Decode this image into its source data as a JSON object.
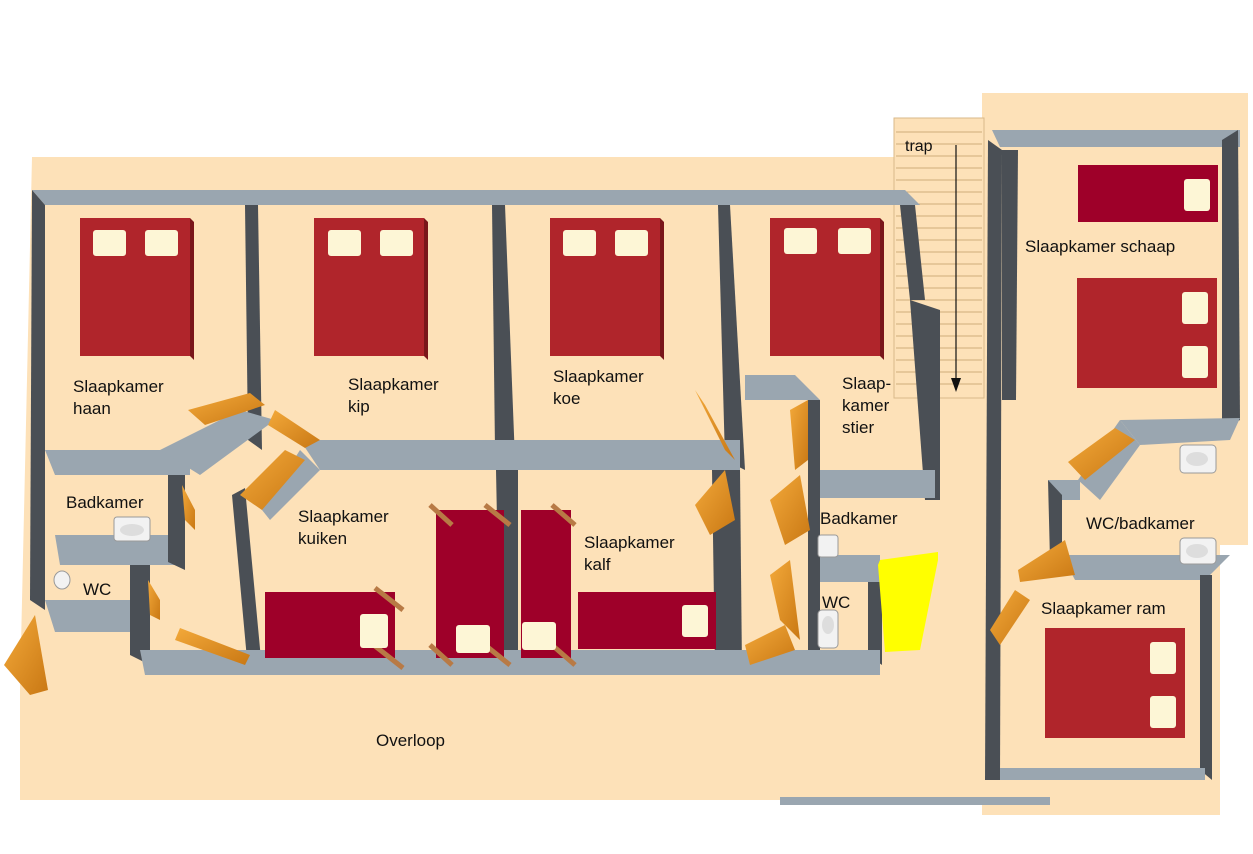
{
  "labels": {
    "trap": "trap",
    "haan": "Slaapkamer\nhaan",
    "kip": "Slaapkamer\nkip",
    "koe": "Slaapkamer\nkoe",
    "stier": "Slaap-\nkamer\nstier",
    "schaap": "Slaapkamer schaap",
    "badkamer_1": "Badkamer",
    "wc_1": "WC",
    "kuiken": "Slaapkamer\nkuiken",
    "kalf": "Slaapkamer\nkalf",
    "badkamer_2": "Badkamer",
    "wc_2": "WC",
    "wc_badkamer": "WC/badkamer",
    "ram": "Slaapkamer ram",
    "overloop": "Overloop"
  },
  "colors": {
    "floor": "#fde1b8",
    "wall_top": "#9aa6b0",
    "wall_side": "#4a4f55",
    "bed": "#b0252b",
    "bunk": "#9e0029",
    "pillow": "#fdf6d6",
    "door": "#e8982c",
    "yellow": "#ffff00"
  }
}
